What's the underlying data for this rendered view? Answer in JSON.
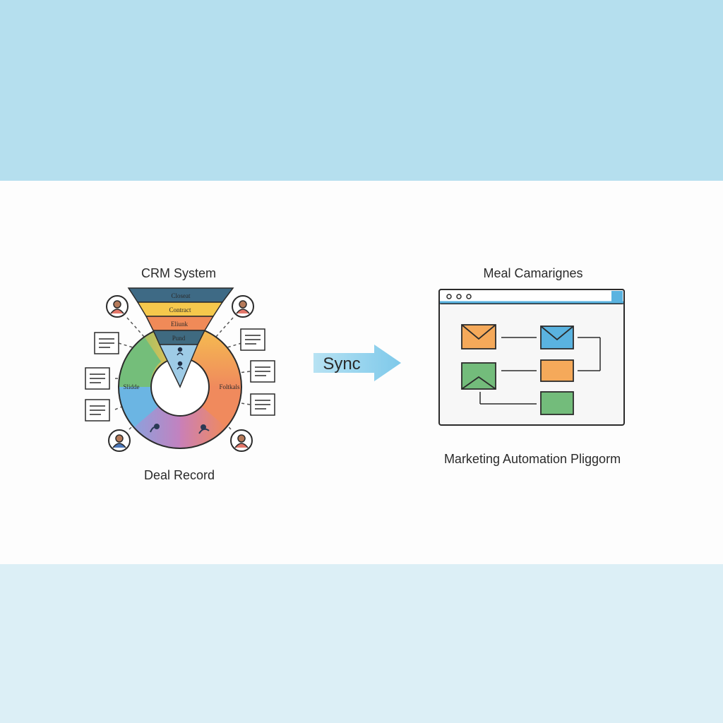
{
  "crm": {
    "title": "CRM System",
    "funnel_stages": [
      "Closeat",
      "Contract",
      "Eliunk",
      "Pund"
    ],
    "ring_left_label": "Slidde",
    "ring_right_label": "Foltkals",
    "caption": "Deal Record"
  },
  "sync": {
    "label": "Sync"
  },
  "marketing": {
    "title": "Meal Camarignes",
    "caption": "Marketing Automation Pliggorm"
  },
  "colors": {
    "band_top": "#b5dfee",
    "band_bottom": "#dceff6",
    "funnel": [
      "#3e6a85",
      "#f5c84c",
      "#f08a58",
      "#3f6a80",
      "#9ecbe6"
    ],
    "ring": [
      "#6fbf73",
      "#f5c04f",
      "#f08a5d",
      "#c77fbd",
      "#6bb5e3"
    ],
    "arrow": "#86cdea",
    "window_bar": "#5ab3e0",
    "envelope_orange": "#f5a95a",
    "envelope_blue": "#5ab3e0",
    "envelope_green": "#73bc7b"
  }
}
